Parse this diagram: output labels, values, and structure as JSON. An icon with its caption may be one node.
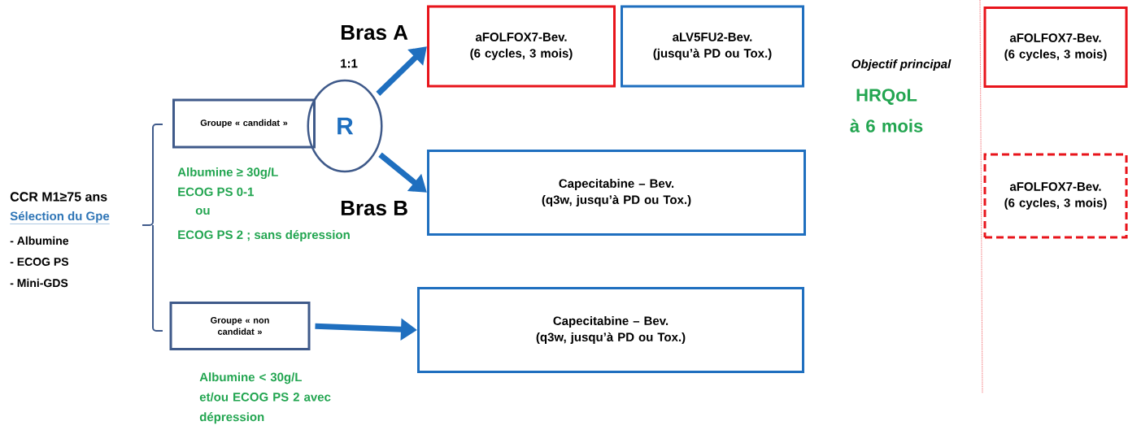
{
  "diagram": {
    "nodes": [
      {
        "text": [
          "Groupe « candidat »"
        ],
        "beside": [
          "Albumine ≥ 30g/L",
          "ECOG PS 0-1",
          "ou",
          "ECOG PS 2 ; sans dépression"
        ]
      },
      {
        "text": [
          "R"
        ]
      },
      {
        "text": [
          "aFOLFOX7-Bev.",
          "(6 cycles, 3 mois)"
        ]
      },
      {
        "text": [
          "aLV5FU2-Bev.",
          "(jusqu’à PD ou Tox.)"
        ]
      },
      {
        "text": [
          "Capecitabine – Bev.",
          "(q3w, jusqu’à PD ou Tox.)"
        ]
      },
      {
        "text": [
          "Groupe « non candidat »"
        ],
        "beside": [
          "Albumine < 30g/L et/ou ECOG PS 2 avec dépression"
        ]
      },
      {
        "text": [
          "Capecitabine – Bev.",
          "(q3w, jusqu’à PD ou Tox.)"
        ]
      },
      {
        "text": [
          "aFOLFOX7-Bev.",
          "(6 cycles, 3 mois)"
        ]
      },
      {
        "text": [
          "aFOLFOX7-Bev.",
          "(6 cycles, 3 mois)"
        ]
      }
    ],
    "edges": [
      {
        "from": 1,
        "to": 2,
        "arrow": "to"
      },
      {
        "from": 1,
        "to": 4,
        "arrow": "to"
      },
      {
        "from": 5,
        "to": 6,
        "arrow": "to"
      }
    ],
    "labels": [
      "Bras A",
      "1:1",
      "Bras B",
      "CCR M1≥75 ans",
      "Sélection du Gpe",
      "- Albumine",
      "- ECOG PS",
      "- Mini-GDS",
      "Objectif principal",
      "HRQoL à 6 mois"
    ]
  }
}
